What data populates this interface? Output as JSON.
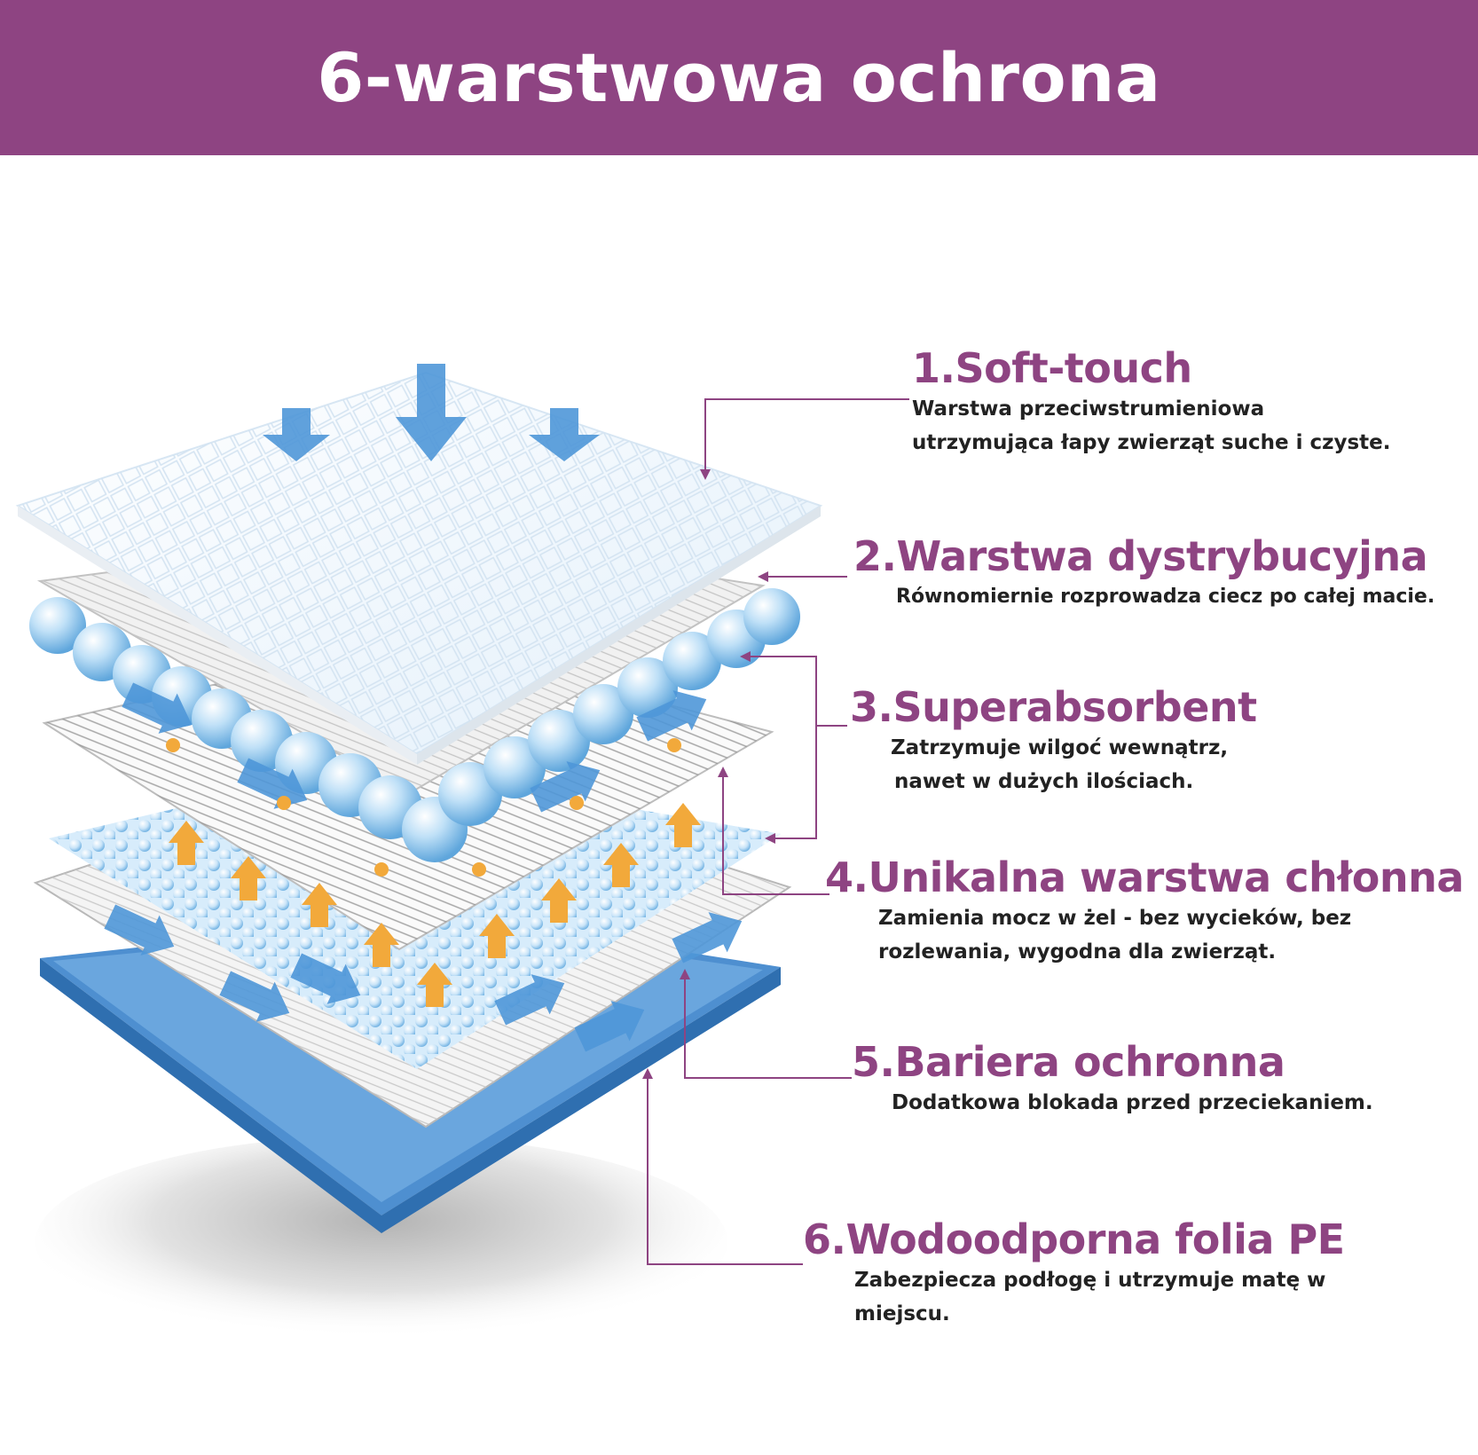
{
  "title": "6-warstwowa ochrona",
  "colors": {
    "accent": "#8e4482",
    "layer_blue": "#5b9bd5",
    "arrow_orange": "#f2a93b"
  },
  "layers": [
    {
      "title": "1.Soft-touch",
      "description": [
        "Warstwa przeciwstrumieniowa",
        "utrzymująca łapy zwierząt suche i czyste."
      ]
    },
    {
      "title": "2.Warstwa dystrybucyjna",
      "description": [
        "Równomiernie rozprowadza ciecz po całej macie."
      ]
    },
    {
      "title": "3.Superabsorbent",
      "description": [
        "Zatrzymuje wilgoć wewnątrz,",
        "nawet w dużych ilościach."
      ]
    },
    {
      "title": "4.Unikalna warstwa chłonna",
      "description": [
        "Zamienia mocz w żel - bez wycieków, bez",
        "rozlewania, wygodna dla zwierząt."
      ]
    },
    {
      "title": "5.Bariera ochronna",
      "description": [
        "Dodatkowa blokada przed przeciekaniem."
      ]
    },
    {
      "title": "6.Wodoodporna folia PE",
      "description": [
        "Zabezpiecza podłogę i utrzymuje matę w",
        "miejscu."
      ]
    }
  ]
}
